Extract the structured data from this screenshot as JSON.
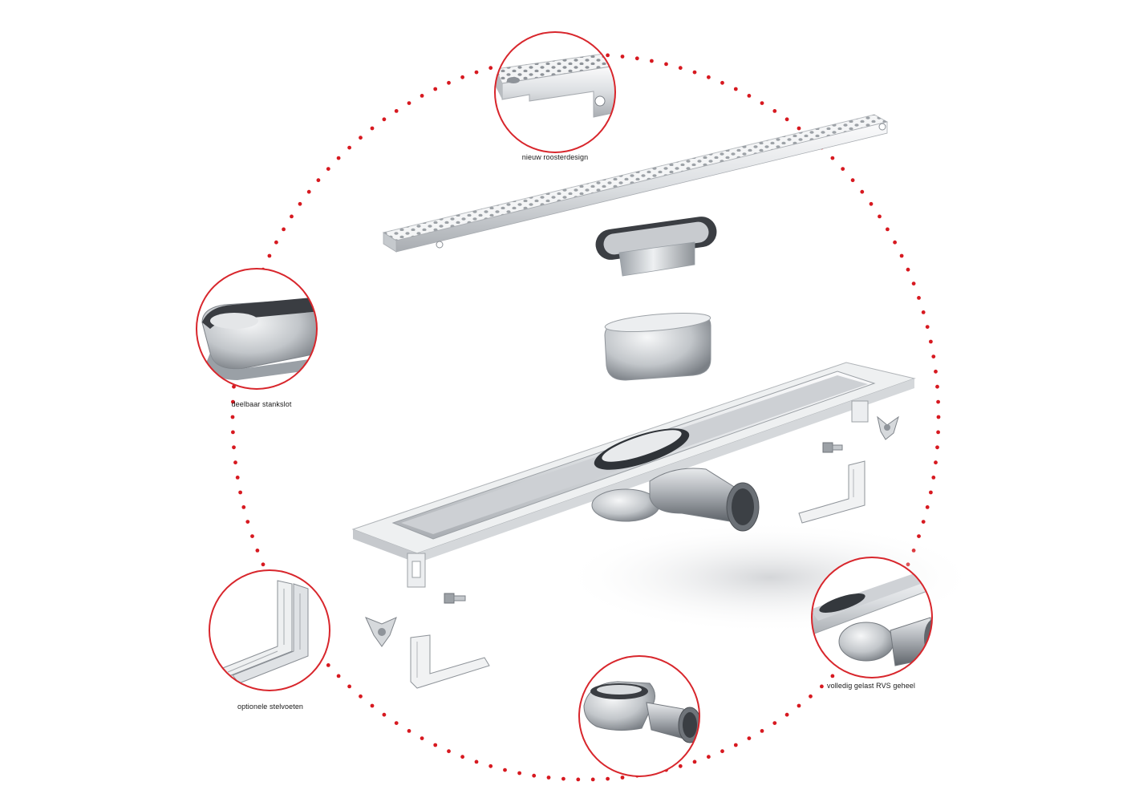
{
  "labels": {
    "grate_design": "nieuw roosterdesign",
    "odour_trap": "deelbaar stankslot",
    "adjustable_feet": "optionele stelvoeten",
    "welded_body": "volledig gelast RVS geheel"
  },
  "colors": {
    "accent_dots": "#d71920",
    "callout_ring": "#d8262c",
    "steel_light": "#f2f3f4",
    "steel_mid": "#c9ccd0",
    "steel_dark": "#8b9096",
    "rubber": "#3a3d42"
  }
}
